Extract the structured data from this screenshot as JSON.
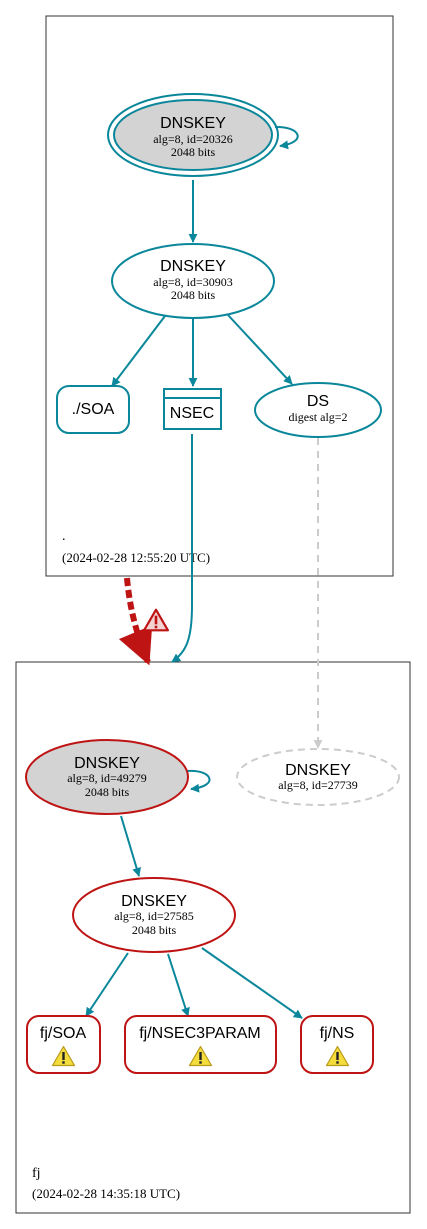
{
  "colors": {
    "teal": "#0a879a",
    "red": "#be1414",
    "gray_fill": "#d3d3d3",
    "dashed_gray": "#cccccc",
    "warning_yellow": "#f4dc3c"
  },
  "zones": [
    {
      "name": ".",
      "timestamp": "(2024-02-28 12:55:20 UTC)"
    },
    {
      "name": "fj",
      "timestamp": "(2024-02-28 14:35:18 UTC)"
    }
  ],
  "nodes": {
    "root_ksk": {
      "title": "DNSKEY",
      "line1": "alg=8, id=20326",
      "line2": "2048 bits"
    },
    "root_zsk": {
      "title": "DNSKEY",
      "line1": "alg=8, id=30903",
      "line2": "2048 bits"
    },
    "root_soa": {
      "label": "./SOA"
    },
    "root_nsec": {
      "label": "NSEC"
    },
    "root_ds": {
      "title": "DS",
      "line1": "digest alg=2"
    },
    "fj_ksk": {
      "title": "DNSKEY",
      "line1": "alg=8, id=49279",
      "line2": "2048 bits"
    },
    "fj_missing": {
      "title": "DNSKEY",
      "line1": "alg=8, id=27739"
    },
    "fj_zsk": {
      "title": "DNSKEY",
      "line1": "alg=8, id=27585",
      "line2": "2048 bits"
    },
    "fj_soa": {
      "label": "fj/SOA",
      "icon": "warning-icon"
    },
    "fj_nsec3param": {
      "label": "fj/NSEC3PARAM",
      "icon": "warning-icon"
    },
    "fj_ns": {
      "label": "fj/NS",
      "icon": "warning-icon"
    }
  }
}
